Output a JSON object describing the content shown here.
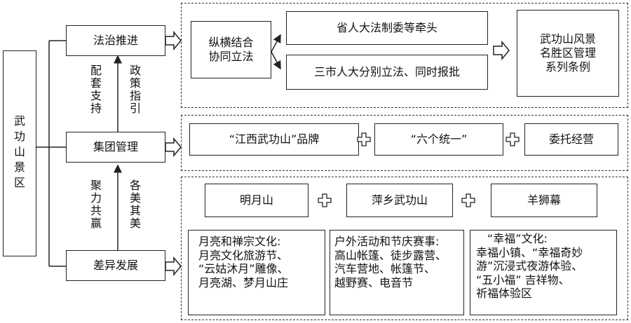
{
  "root": {
    "label": "武功山景区"
  },
  "left_nodes": {
    "law": "法治推进",
    "group": "集团管理",
    "diff": "差异发展"
  },
  "side_labels": {
    "support_left": "配套支持",
    "support_right": "政策指引",
    "lower_left": "聚力共赢",
    "lower_right": "各美其美"
  },
  "law_section": {
    "joint": "纵横结合\n协同立法",
    "top": "省人大法制委等牵头",
    "bottom": "三市人大分别立法、同时报批",
    "result": "武功山风景\n名胜区管理\n系列条例"
  },
  "group_section": {
    "brand": "“江西武功山”品牌",
    "unify": "“六个统一”",
    "entrust": "委托经营"
  },
  "diff_section": {
    "areas": [
      "明月山",
      "萍乡武功山",
      "羊狮幕"
    ],
    "details": [
      [
        "月亮和禅宗文化:",
        "月亮文化旅游节、",
        "“云姑沐月”雕像、",
        "月亮湖、梦月山庄"
      ],
      [
        "户外活动和节庆赛事:",
        "高山帐篷、徒步露营、",
        "汽车营地、帐篷节、",
        "越野赛、电音节"
      ],
      [
        "“幸福”文化:",
        "幸福小镇、“幸福奇妙",
        "游”沉浸式夜游体验、",
        "“五小福” 吉祥物、",
        "祈福体验区"
      ]
    ]
  }
}
